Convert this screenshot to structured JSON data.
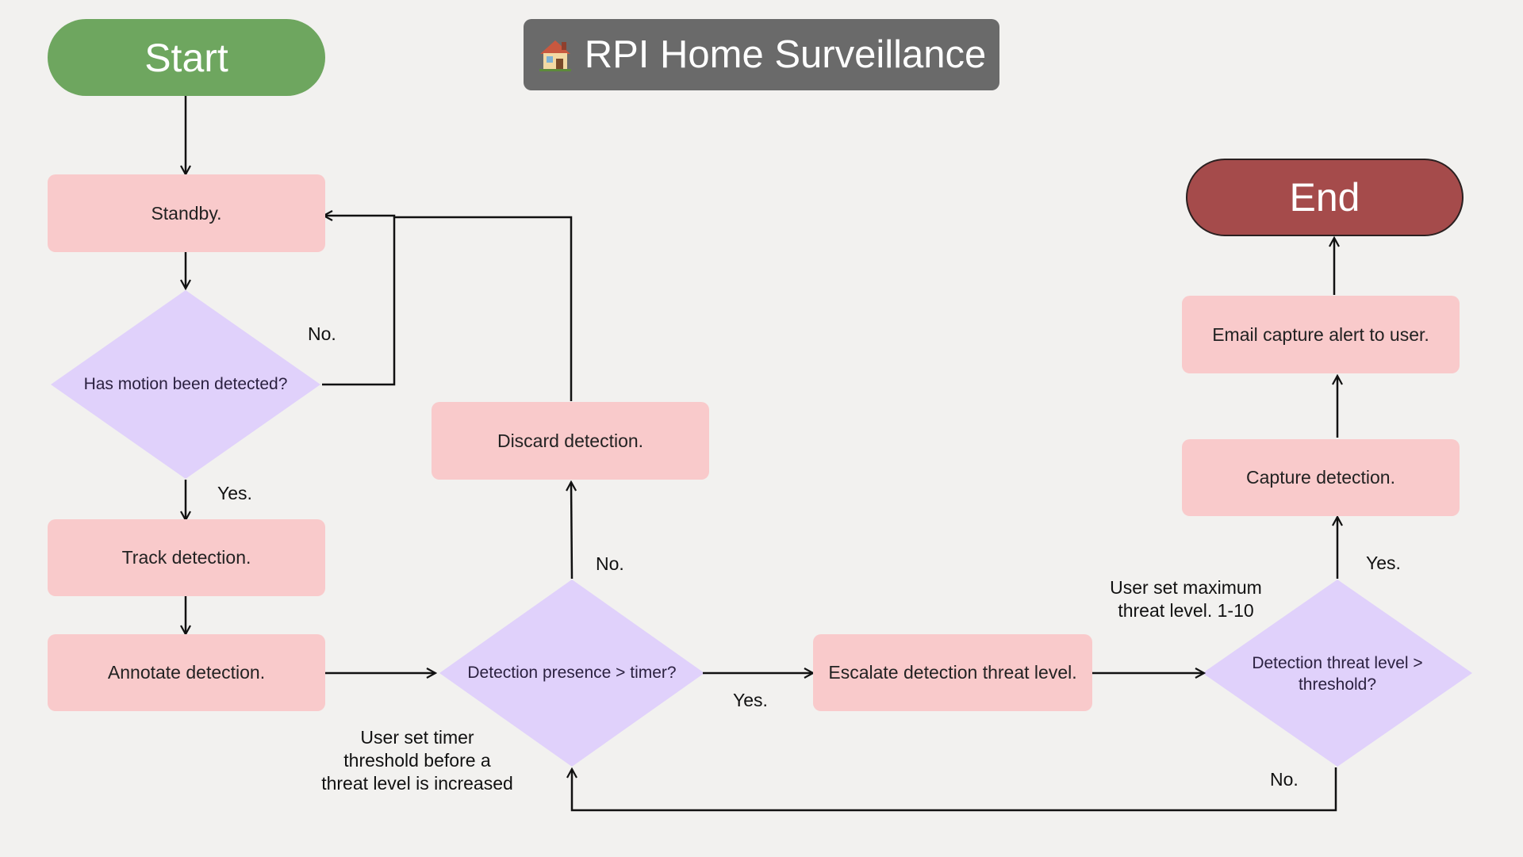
{
  "title": {
    "icon": "house-icon",
    "text": "RPI Home Surveillance"
  },
  "nodes": {
    "start": "Start",
    "end": "End",
    "standby": "Standby.",
    "motion_decision": "Has motion been detected?",
    "track": "Track detection.",
    "annotate": "Annotate detection.",
    "discard": "Discard detection.",
    "presence_decision": "Detection presence > timer?",
    "escalate": "Escalate detection threat level.",
    "threat_decision_line1": "Detection threat level >",
    "threat_decision_line2": "threshold?",
    "capture": "Capture detection.",
    "email": "Email capture alert to user."
  },
  "edge_labels": {
    "motion_no": "No.",
    "motion_yes": "Yes.",
    "presence_no": "No.",
    "presence_yes": "Yes.",
    "threat_yes": "Yes.",
    "threat_no": "No."
  },
  "notes": {
    "timer_note": [
      "User set timer",
      "threshold before a",
      "threat level is increased"
    ],
    "max_note": [
      "User set maximum",
      "threat level. 1-10"
    ]
  },
  "colors": {
    "start": "#6ea65f",
    "end": "#a54b4b",
    "process": "#f9cacb",
    "decision": "#e0d1fb",
    "title_bg": "#6a6a6a",
    "background": "#f2f1ef"
  }
}
